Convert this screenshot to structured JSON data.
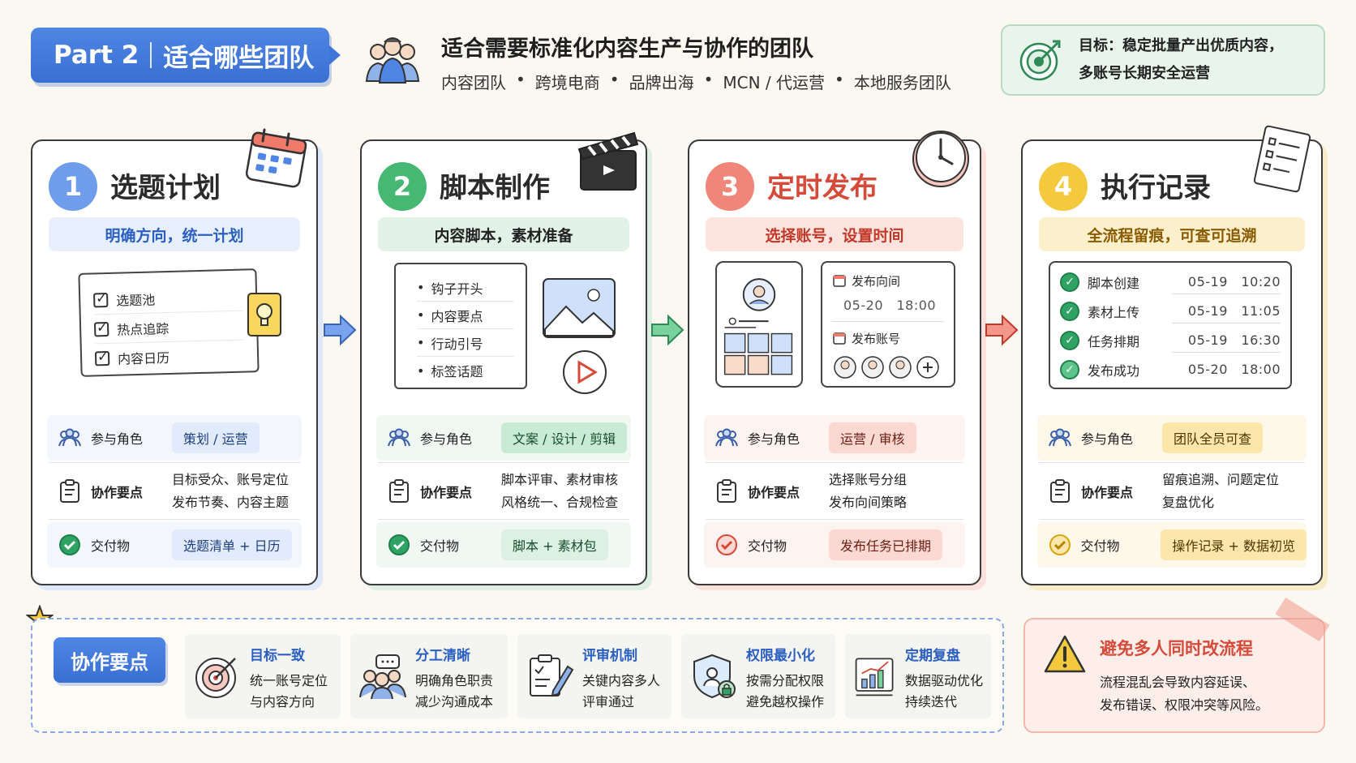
{
  "header": {
    "badge_part": "Part 2",
    "badge_title": "适合哪些团队",
    "title": "适合需要标准化内容生产与协作的团队",
    "tags": [
      "内容团队",
      "跨境电商",
      "品牌出海",
      "MCN / 代运营",
      "本地服务团队"
    ],
    "goal_line1": "目标：稳定批量产出优质内容，",
    "goal_line2": "多账号长期安全运营"
  },
  "stages": [
    {
      "num": "1",
      "title": "选题计划",
      "subtitle": "明确方向，统一计划",
      "accent": "#4f86e3",
      "checklist": [
        "选题池",
        "热点追踪",
        "内容日历"
      ],
      "role_label": "参与角色",
      "role_value": "策划 / 运营",
      "collab_label": "协作要点",
      "collab_line1": "目标受众、账号定位",
      "collab_line2": "发布节奏、内容主题",
      "deliver_label": "交付物",
      "deliver_value": "选题清单 + 日历"
    },
    {
      "num": "2",
      "title": "脚本制作",
      "subtitle": "内容脚本，素材准备",
      "accent": "#3db36b",
      "bullets": [
        "钩子开头",
        "内容要点",
        "行动引号",
        "标签话题"
      ],
      "role_label": "参与角色",
      "role_value": "文案 / 设计 / 剪辑",
      "collab_label": "协作要点",
      "collab_line1": "脚本评审、素材审核",
      "collab_line2": "风格统一、合规检查",
      "deliver_label": "交付物",
      "deliver_value": "脚本 + 素材包"
    },
    {
      "num": "3",
      "title": "定时发布",
      "subtitle": "选择账号，设置时间",
      "accent": "#ee6f5d",
      "schedule_label": "发布向间",
      "schedule_value": "05-20　18:00",
      "account_label": "发布账号",
      "role_label": "参与角色",
      "role_value": "运营 / 审核",
      "collab_label": "协作要点",
      "collab_line1": "选择账号分组",
      "collab_line2": "发布向间策略",
      "deliver_label": "交付物",
      "deliver_value": "发布任务已排期"
    },
    {
      "num": "4",
      "title": "执行记录",
      "subtitle": "全流程留痕，可查可追溯",
      "accent": "#f2c230",
      "logs": [
        {
          "name": "脚本创建",
          "time": "05-19　10:20"
        },
        {
          "name": "素材上传",
          "time": "05-19　11:05"
        },
        {
          "name": "任务排期",
          "time": "05-19　16:30"
        },
        {
          "name": "发布成功",
          "time": "05-20　18:00"
        }
      ],
      "role_label": "参与角色",
      "role_value": "团队全员可查",
      "collab_label": "协作要点",
      "collab_line1": "留痕追溯、问题定位",
      "collab_line2": "复盘优化",
      "deliver_label": "交付物",
      "deliver_value": "操作记录 + 数据初览"
    }
  ],
  "collab": {
    "badge": "协作要点",
    "items": [
      {
        "title": "目标一致",
        "line1": "统一账号定位",
        "line2": "与内容方向",
        "icon": "target-icon"
      },
      {
        "title": "分工清晰",
        "line1": "明确角色职责",
        "line2": "减少沟通成本",
        "icon": "team-chat-icon"
      },
      {
        "title": "评审机制",
        "line1": "关键内容多人",
        "line2": "评审通过",
        "icon": "review-icon"
      },
      {
        "title": "权限最小化",
        "line1": "按需分配权限",
        "line2": "避免越权操作",
        "icon": "shield-icon"
      },
      {
        "title": "定期复盘",
        "line1": "数据驱动优化",
        "line2": "持续迭代",
        "icon": "chart-icon"
      }
    ]
  },
  "warning": {
    "title": "避免多人同时改流程",
    "line1": "流程混乱会导致内容延误、",
    "line2": "发布错误、权限冲突等风险。"
  },
  "colors": {
    "blue": "#4f86e3",
    "green": "#3db36b",
    "red": "#ee6f5d",
    "yellow": "#f2c230",
    "warn": "#d64a3a"
  }
}
